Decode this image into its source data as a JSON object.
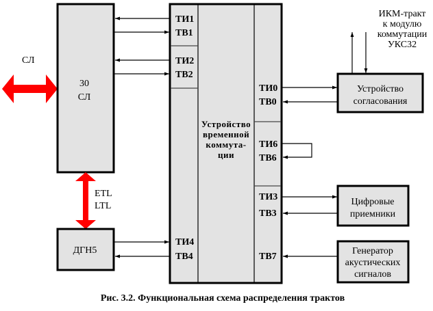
{
  "colors": {
    "bidir_arrow": "#ff0000",
    "block_fill": "#e3e3e3"
  },
  "left": {
    "sl_label": "СЛ",
    "sl_block_line1": "30",
    "sl_block_line2": "СЛ",
    "etl": "ETL",
    "ltl": "LTL",
    "dgn_block": "ДГН5"
  },
  "switch": {
    "title_lines": [
      "Устройство",
      "временной",
      "коммута-",
      "ции"
    ],
    "left_ports": {
      "ti1": "ТИ1",
      "tv1": "ТВ1",
      "ti2": "ТИ2",
      "tv2": "ТВ2",
      "ti4": "ТИ4",
      "tv4": "ТВ4"
    },
    "right_ports": {
      "ti0": "ТИ0",
      "tv0": "ТВ0",
      "ti6": "ТИ6",
      "tv6": "ТВ6",
      "ti3": "ТИ3",
      "tv3": "ТВ3",
      "tv7": "ТВ7"
    }
  },
  "right": {
    "pcm_lines": [
      "ИКМ-тракт",
      "к модулю",
      "коммутации",
      "УКС32"
    ],
    "adapter_lines": [
      "Устройство",
      "согласования"
    ],
    "receivers_lines": [
      "Цифровые",
      "приемники"
    ],
    "generator_lines": [
      "Генератор",
      "акустических",
      "сигналов"
    ]
  },
  "caption": "Рис. 3.2. Функциональная схема распределения трактов"
}
